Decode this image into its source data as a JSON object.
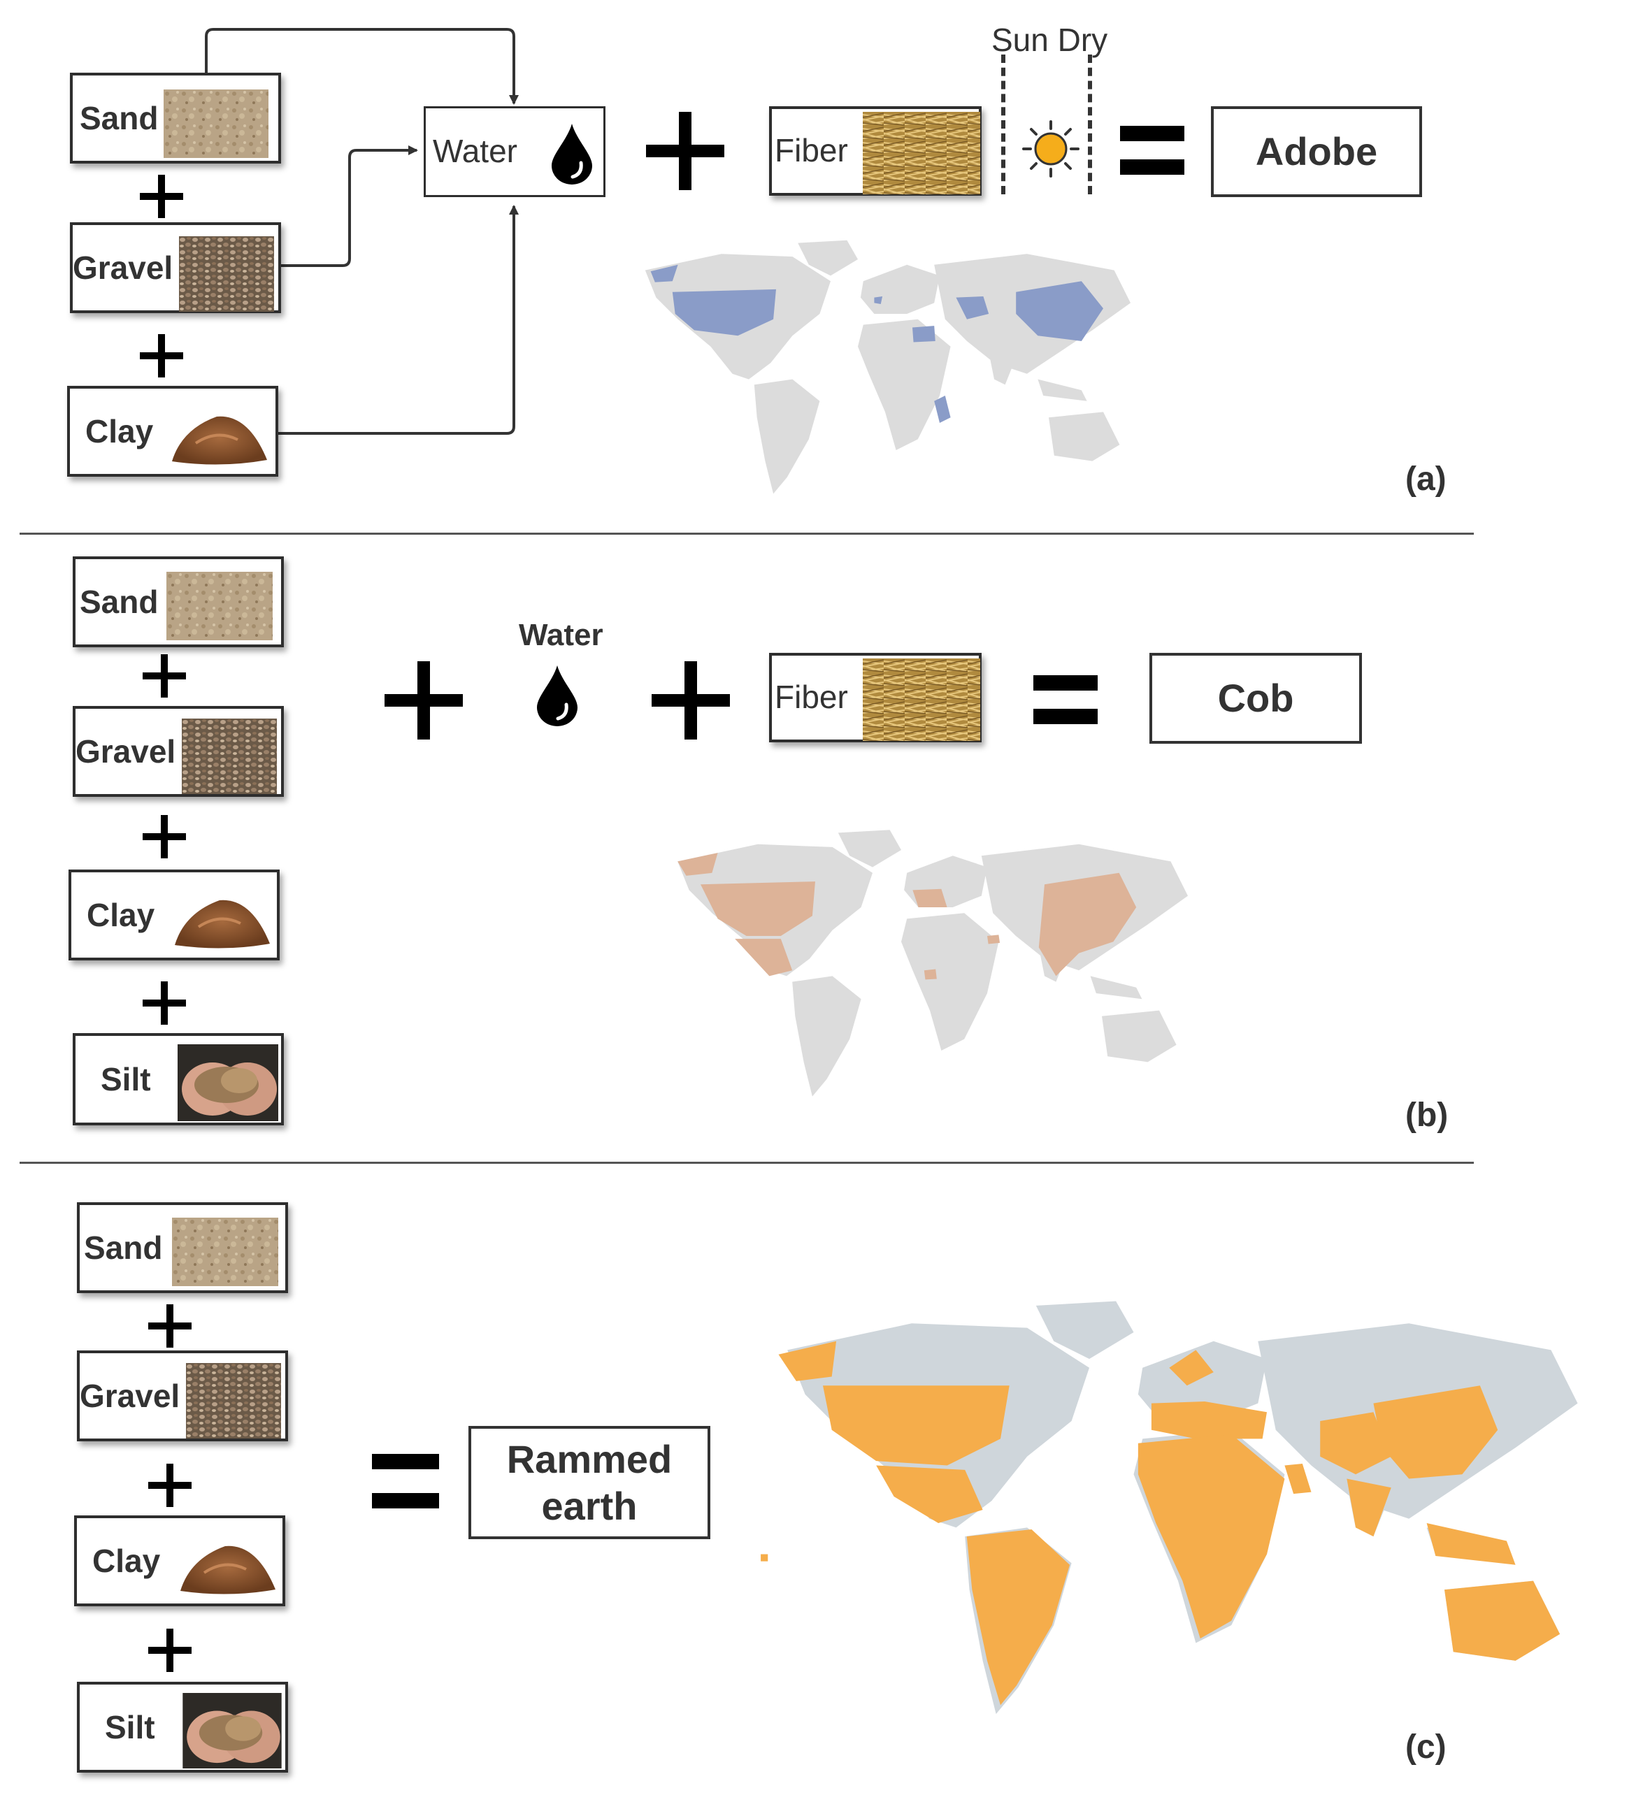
{
  "materials": {
    "sand": "Sand",
    "gravel": "Gravel",
    "clay": "Clay",
    "silt": "Silt",
    "water": "Water",
    "fiber": "Fiber"
  },
  "panel_a": {
    "process_label": "Sun Dry",
    "result": "Adobe",
    "label": "(a)",
    "map_color": "#8a9cc8"
  },
  "panel_b": {
    "water_label": "Water",
    "result": "Cob",
    "label": "(b)",
    "map_color": "#ddb398"
  },
  "panel_c": {
    "result_line1": "Rammed",
    "result_line2": "earth",
    "label": "(c)",
    "map_color": "#f5ad4b"
  },
  "icons": [
    "water-drop-icon",
    "sun-icon",
    "plus-icon",
    "equals-icon"
  ],
  "colors": {
    "map_base": "#dcdcdc",
    "map_base_c": "#cfd6db"
  }
}
